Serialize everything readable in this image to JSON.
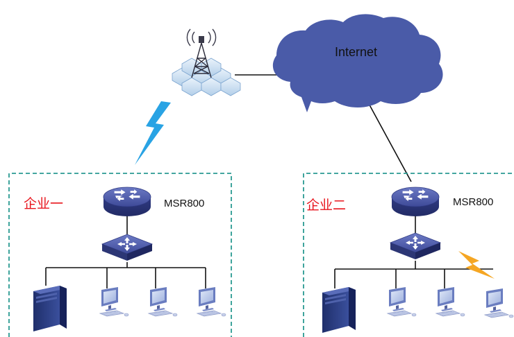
{
  "cloud": {
    "label": "Internet"
  },
  "enterprise_one": {
    "label": "企业一",
    "router_label": "MSR800"
  },
  "enterprise_two": {
    "label": "企业二",
    "router_label": "MSR800"
  },
  "colors": {
    "cloud_fill": "#4a5ba8",
    "router_fill": "#4a56a5",
    "monitor_frame": "#6a7dc0",
    "server_fill": "#2c3f82",
    "boundary": "#2a9a92",
    "wireless_bolt": "#29a3e4",
    "warning_bolt": "#f5a623",
    "enterprise_text": "#e8141c"
  }
}
